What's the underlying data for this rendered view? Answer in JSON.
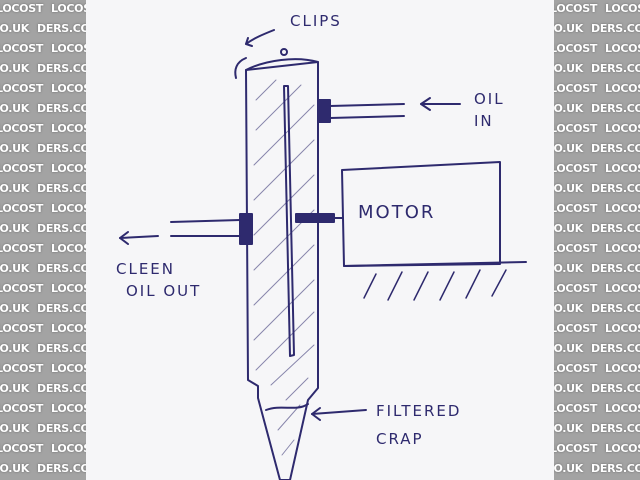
{
  "watermark": {
    "text": "LOCOST",
    "domain": "DERS.CO.UK"
  },
  "labels": {
    "clips": "CLIPS",
    "oil_in_line1": "OIL",
    "oil_in_line2": "IN",
    "motor": "MOTOR",
    "clean_oil_out_line1": "CLEEN",
    "clean_oil_out_line2": "OIL OUT",
    "filtered_crap_line1": "FILTERED",
    "filtered_crap_line2": "CRAP"
  },
  "colors": {
    "ink": "#2e2a6e",
    "paper": "#f6f6f8",
    "watermark_bg": "#a3a3a3"
  }
}
